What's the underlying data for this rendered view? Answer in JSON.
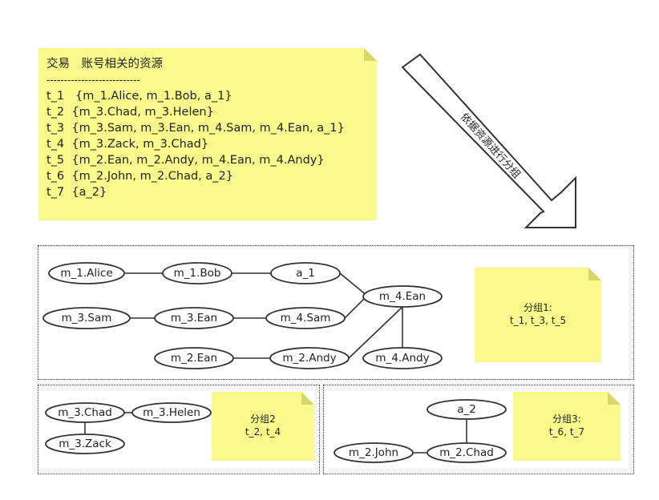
{
  "transactions": {
    "header": "交易　账号相关的资源",
    "separator": "---------------------------",
    "rows": [
      {
        "id": "t_1",
        "resources": "{m_1.Alice, m_1.Bob, a_1}"
      },
      {
        "id": "t_2",
        "resources": "{m_3.Chad, m_3.Helen}"
      },
      {
        "id": "t_3",
        "resources": "{m_3.Sam, m_3.Ean, m_4.Sam, m_4.Ean, a_1}"
      },
      {
        "id": "t_4",
        "resources": "{m_3.Zack, m_3.Chad}"
      },
      {
        "id": "t_5",
        "resources": "{m_2.Ean, m_2.Andy, m_4.Ean, m_4.Andy}"
      },
      {
        "id": "t_6",
        "resources": "{m_2.John, m_2.Chad, a_2}"
      },
      {
        "id": "t_7",
        "resources": "{a_2}"
      }
    ]
  },
  "arrow": {
    "label": "依据资源进行分组"
  },
  "groups": [
    {
      "title": "分组1:",
      "members": "t_1, t_3, t_5",
      "nodes": [
        "m_1.Alice",
        "m_1.Bob",
        "a_1",
        "m_3.Sam",
        "m_3.Ean",
        "m_4.Sam",
        "m_4.Ean",
        "m_2.Ean",
        "m_2.Andy",
        "m_4.Andy"
      ]
    },
    {
      "title": "分组2",
      "members": "t_2, t_4",
      "nodes": [
        "m_3.Chad",
        "m_3.Helen",
        "m_3.Zack"
      ]
    },
    {
      "title": "分组3:",
      "members": "t_6, t_7",
      "nodes": [
        "a_2",
        "m_2.John",
        "m_2.Chad"
      ]
    }
  ]
}
